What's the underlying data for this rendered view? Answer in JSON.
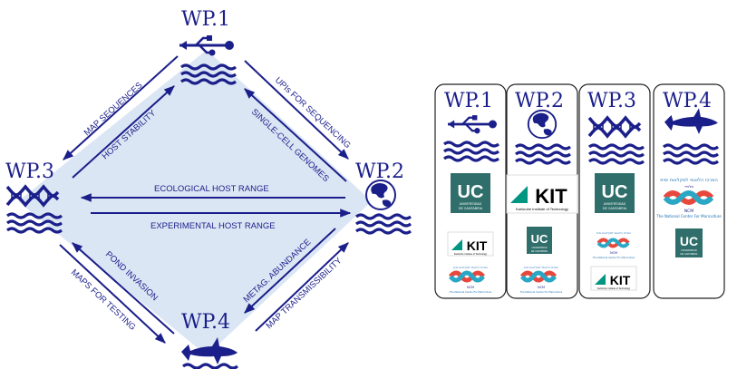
{
  "colors": {
    "navy": "#1b1f8a",
    "diamond_fill": "#dbe6f4",
    "uc_green": "#2f6e6a"
  },
  "diagram": {
    "nodes": [
      {
        "id": "wp1",
        "label": "WP.1",
        "icon": "usb-icon"
      },
      {
        "id": "wp2",
        "label": "WP.2",
        "icon": "globe-icon"
      },
      {
        "id": "wp3",
        "label": "WP.3",
        "icon": "dna-icon"
      },
      {
        "id": "wp4",
        "label": "WP.4",
        "icon": "shark-icon"
      }
    ],
    "edges": [
      {
        "from": "WP.1",
        "to": "WP.3",
        "label": "MAP SEQUENCES"
      },
      {
        "from": "WP.3",
        "to": "WP.1",
        "label": "HOST STABILITY"
      },
      {
        "from": "WP.1",
        "to": "WP.2",
        "label": "UPIs FOR SEQUENCING"
      },
      {
        "from": "WP.2",
        "to": "WP.1",
        "label": "SINGLE-CELL GENOMES"
      },
      {
        "from": "WP.2",
        "to": "WP.3",
        "label": "ECOLOGICAL HOST RANGE"
      },
      {
        "from": "WP.3",
        "to": "WP.2",
        "label": "EXPERIMENTAL HOST RANGE"
      },
      {
        "from": "WP.4",
        "to": "WP.3",
        "label": "POND INVASION"
      },
      {
        "from": "WP.3",
        "to": "WP.4",
        "label": "MAPS FOR TESTING"
      },
      {
        "from": "WP.2",
        "to": "WP.4",
        "label": "METAG. ABUNDANCE"
      },
      {
        "from": "WP.4",
        "to": "WP.2",
        "label": "MAP TRANSMISSIBILITY"
      }
    ]
  },
  "partners": {
    "columns": [
      {
        "label": "WP.1",
        "icon": "usb-icon",
        "logos": [
          "UC",
          "KIT",
          "NCM"
        ]
      },
      {
        "label": "WP.2",
        "icon": "globe-icon",
        "logos": [
          "KIT",
          "UC",
          "NCM"
        ]
      },
      {
        "label": "WP.3",
        "icon": "dna-icon",
        "logos": [
          "UC",
          "NCM",
          "KIT"
        ]
      },
      {
        "label": "WP.4",
        "icon": "shark-icon",
        "logos": [
          "NCM",
          "UC"
        ]
      }
    ],
    "uc": {
      "big": "UC",
      "line1": "UNIVERSIDAD",
      "line2": "DE CANTABRIA"
    },
    "kit": {
      "big": "KIT",
      "sub": "Karlsruhe Institute of Technology"
    },
    "ncm": {
      "hebrew": "המרכז הלאומי למקלאות ימית",
      "hebrew2": "מלחייי",
      "abbr": "NCM",
      "sub": "The National Center For Mariculture"
    }
  }
}
